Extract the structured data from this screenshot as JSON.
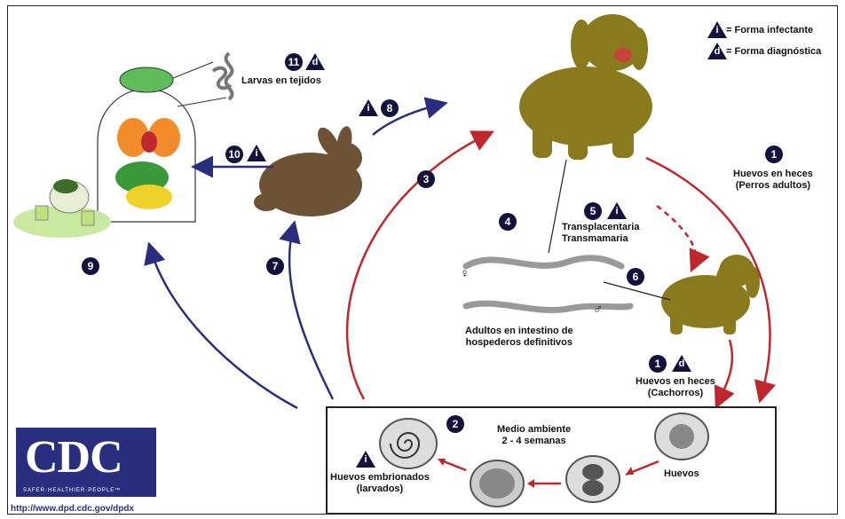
{
  "legend": {
    "infective": {
      "symbol": "i",
      "label": "= Forma infectante"
    },
    "diagnostic": {
      "symbol": "d",
      "label": "= Forma diagnóstica"
    }
  },
  "steps": {
    "s1": "1",
    "s2": "2",
    "s3": "3",
    "s4": "4",
    "s5": "5",
    "s6": "6",
    "s7": "7",
    "s8": "8",
    "s9": "9",
    "s10": "10",
    "s11": "11"
  },
  "labels": {
    "larvae_tissues": "Larvas en tejidos",
    "eggs_feces_adults_line1": "Huevos en heces",
    "eggs_feces_adults_line2": "(Perros adultos)",
    "transplacental": "Transplacentaria",
    "transmammary": "Transmamaria",
    "adults_line1": "Adultos en intestino de",
    "adults_line2": "hospederos definitivos",
    "female_symbol": "♀",
    "male_symbol": "♂",
    "eggs_feces_puppies_line1": "Huevos en heces",
    "eggs_feces_puppies_line2": "(Cachorros)",
    "environment_line1": "Medio ambiente",
    "environment_line2": "2 - 4 semanas",
    "eggs": "Huevos",
    "embryonated_line1": "Huevos embrionados",
    "embryonated_line2": "(larvados)"
  },
  "cdc": {
    "letters": "CDC",
    "tagline": "SAFER·HEALTHIER·PEOPLE™",
    "url": "http://www.dpd.cdc.gov/dpdx"
  },
  "colors": {
    "dark_navy": "#14123d",
    "red_arrow": "#c0272d",
    "blue_arrow": "#2a2e7e",
    "dog": "#8a7a1e",
    "rabbit": "#6e5236"
  }
}
